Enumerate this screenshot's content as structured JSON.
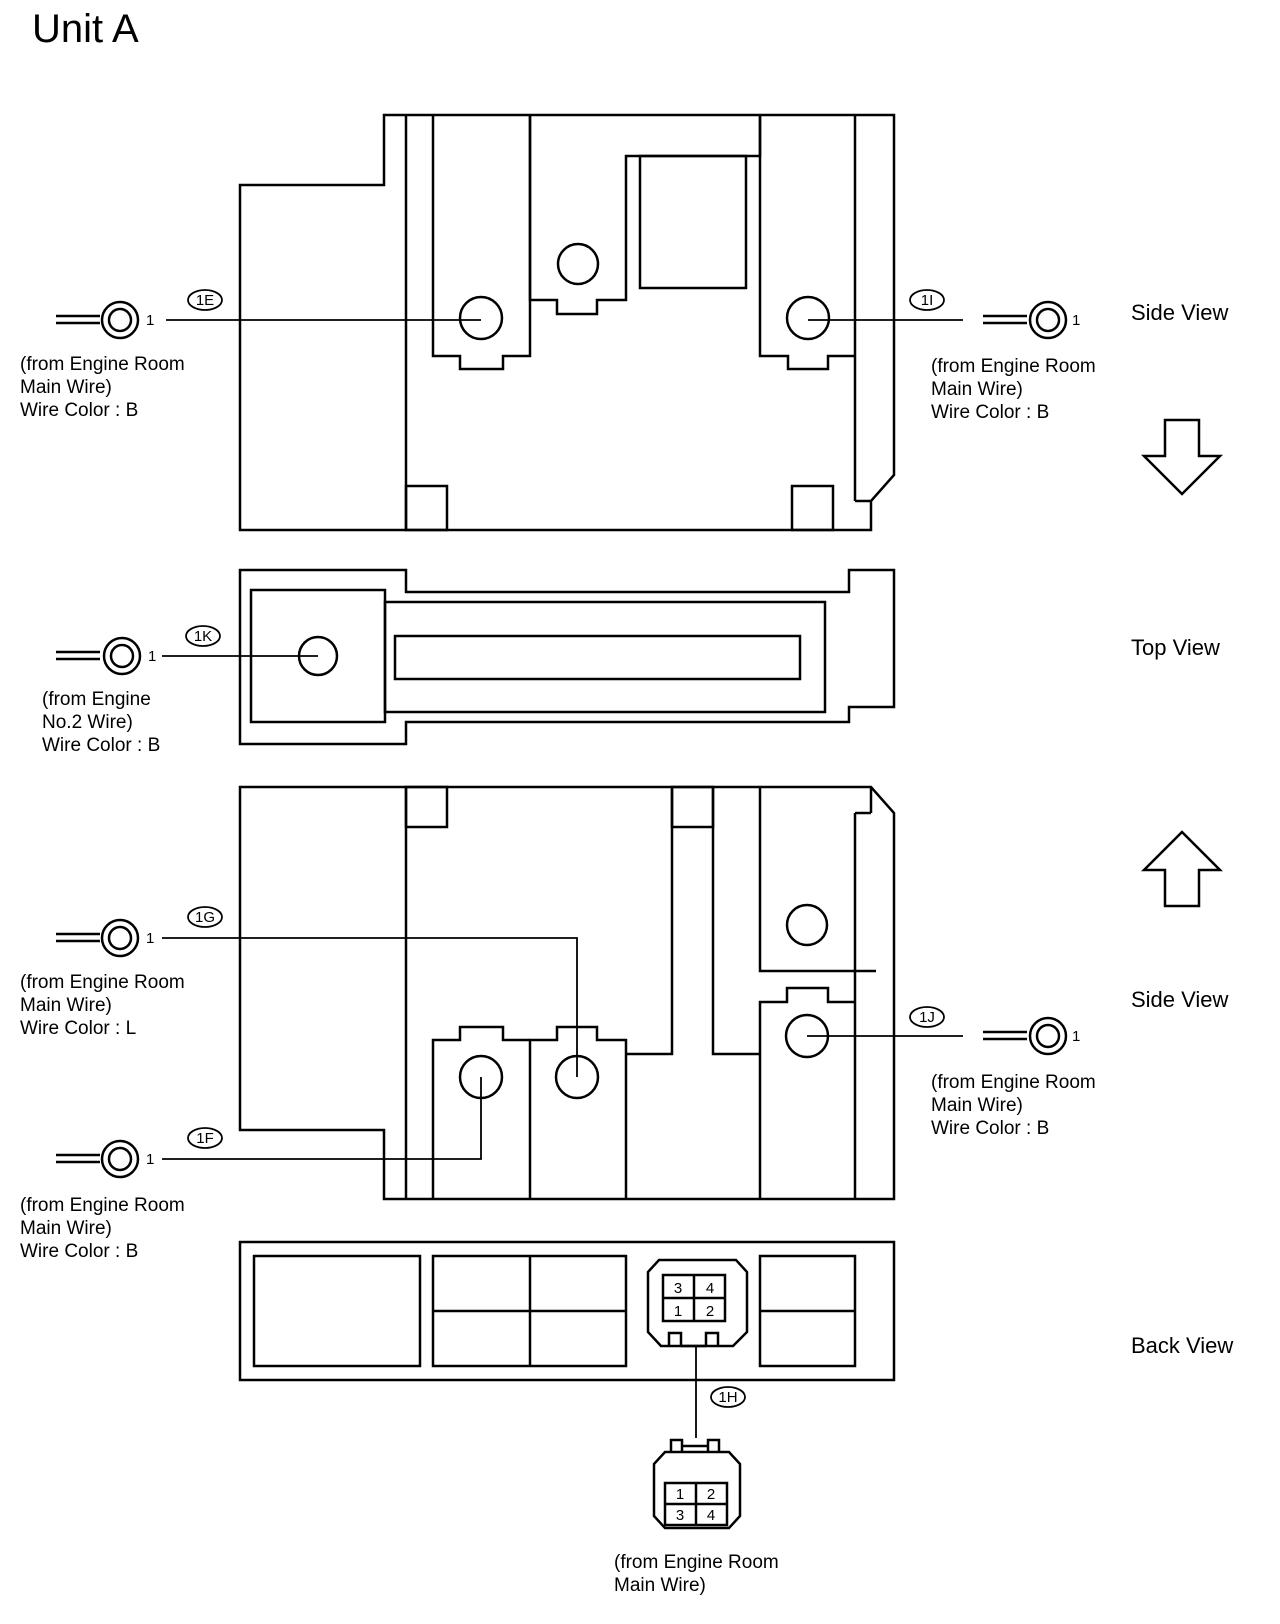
{
  "title": "Unit A",
  "views": {
    "side_top": "Side View",
    "top": "Top View",
    "side_bottom": "Side View",
    "back": "Back View"
  },
  "connectors": {
    "1E": {
      "tag": "1E",
      "pin": "1",
      "from_line1": "(from Engine Room",
      "from_line2": "Main Wire)",
      "wire_color": "Wire Color : B"
    },
    "1I": {
      "tag": "1I",
      "pin": "1",
      "from_line1": "(from Engine Room",
      "from_line2": "Main Wire)",
      "wire_color": "Wire Color : B"
    },
    "1K": {
      "tag": "1K",
      "pin": "1",
      "from_line1": "(from Engine",
      "from_line2": "No.2 Wire)",
      "wire_color": "Wire Color : B"
    },
    "1G": {
      "tag": "1G",
      "pin": "1",
      "from_line1": "(from Engine Room",
      "from_line2": "Main Wire)",
      "wire_color": "Wire Color : L"
    },
    "1J": {
      "tag": "1J",
      "pin": "1",
      "from_line1": "(from Engine Room",
      "from_line2": "Main Wire)",
      "wire_color": "Wire Color : B"
    },
    "1F": {
      "tag": "1F",
      "pin": "1",
      "from_line1": "(from Engine Room",
      "from_line2": "Main Wire)",
      "wire_color": "Wire Color : B"
    },
    "1H": {
      "tag": "1H",
      "from_line1": "(from Engine Room",
      "from_line2": "Main Wire)",
      "socket_pins": [
        "3",
        "4",
        "1",
        "2"
      ],
      "plug_pins": [
        "1",
        "2",
        "3",
        "4"
      ]
    }
  },
  "arrows": {
    "top": "down-arrow-icon",
    "bottom": "up-arrow-icon"
  }
}
